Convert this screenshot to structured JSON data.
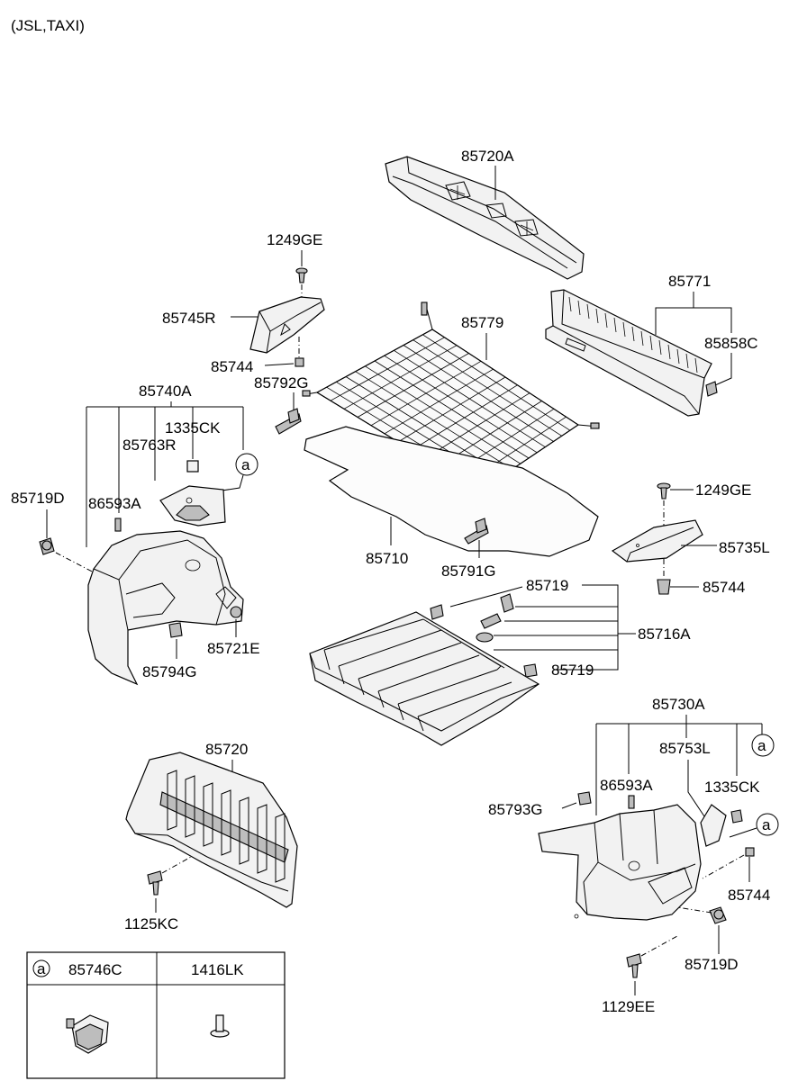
{
  "header": {
    "variant": "(JSL,TAXI)"
  },
  "labels": {
    "p85720A": "85720A",
    "p1249GE_top": "1249GE",
    "p85771": "85771",
    "p85745R": "85745R",
    "p85779": "85779",
    "p85858C": "85858C",
    "p85744_top": "85744",
    "p85792G": "85792G",
    "p85740A": "85740A",
    "p1335CK_left": "1335CK",
    "p85763R": "85763R",
    "p85719D_left": "85719D",
    "p86593A_left": "86593A",
    "p1249GE_right": "1249GE",
    "p85735L": "85735L",
    "p85710": "85710",
    "p85791G": "85791G",
    "p85744_mid": "85744",
    "p85719_top": "85719",
    "p85716A": "85716A",
    "p85721E": "85721E",
    "p85794G": "85794G",
    "p85719_bot": "85719",
    "p85730A": "85730A",
    "p85720": "85720",
    "p85753L": "85753L",
    "p86593A_right": "86593A",
    "p1335CK_right": "1335CK",
    "p85793G": "85793G",
    "p85744_right": "85744",
    "p1125KC": "1125KC",
    "p85719D_right": "85719D",
    "p1129EE": "1129EE"
  },
  "callout": {
    "a_left": "a",
    "a_right_top": "a",
    "a_right_mid": "a"
  },
  "legend": {
    "key": "a",
    "col1": "85746C",
    "col2": "1416LK"
  }
}
